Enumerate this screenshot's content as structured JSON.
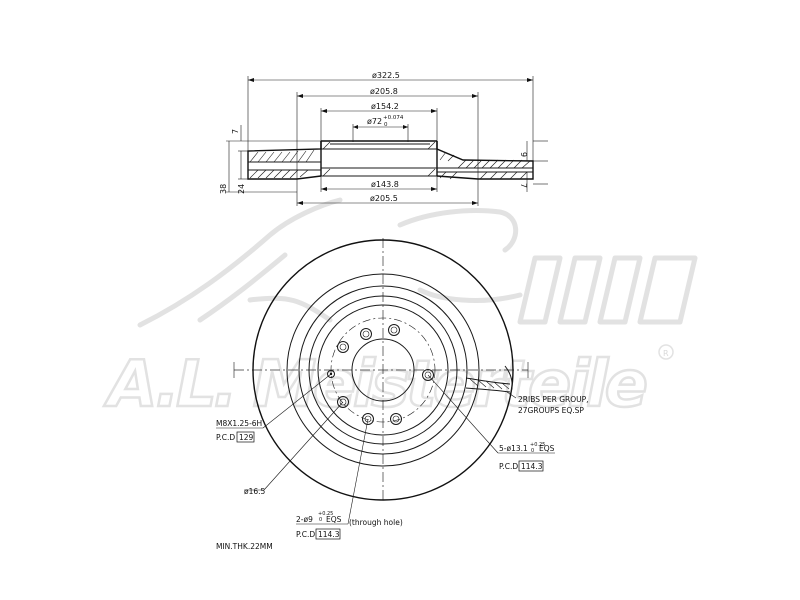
{
  "dimensions": {
    "outer_diameter": "ø322.5",
    "top_diameter": "ø205.8",
    "hat_diameter": "ø154.2",
    "bore_diameter": "ø72",
    "bore_tol_upper": "+0.074",
    "bore_tol_lower": "0",
    "inner_vent_diameter": "ø143.8",
    "bottom_diameter": "ø205.5",
    "total_height": "38",
    "disc_thickness": "24",
    "hat_thickness": "7",
    "right_thickness_top": "9",
    "right_offset_bottom": "7"
  },
  "callouts": {
    "bolt_thread": "M8X1.25-6H",
    "bolt_pcd_label": "P.C.D",
    "bolt_pcd_value": "129",
    "small_hole": "ø16.5",
    "stud_holes": "5-ø13.1",
    "stud_tol": "+0.25",
    "stud_tol_lower": "0",
    "stud_eqs": "EQS",
    "stud_pcd_label": "P.C.D",
    "stud_pcd_value": "114.3",
    "through_holes": "2-ø9",
    "through_tol": "+0.25",
    "through_tol_lower": "0",
    "through_eqs": "EQS",
    "through_note": "(through hole)",
    "through_pcd_label": "P.C.D",
    "through_pcd_value": "114.3",
    "ribs_line1": "2RIBS PER GROUP,",
    "ribs_line2": "27GROUPS EQ.SP",
    "min_thickness": "MIN.THK.22MM"
  },
  "watermark": {
    "brand": "A.L. Meisterteile",
    "registered_mark": "R"
  }
}
